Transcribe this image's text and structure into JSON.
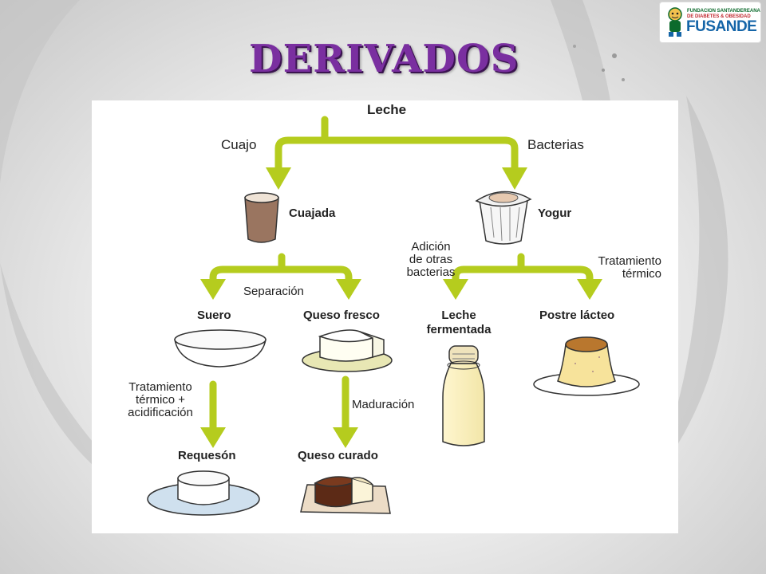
{
  "slide": {
    "title": "DERIVADOS",
    "logo": {
      "line1": "FUNDACION SANTANDEREANA",
      "line2": "DE DIABETES & OBESIDAD",
      "brand": "FUSANDE"
    }
  },
  "diagram": {
    "nodes": {
      "leche": "Leche",
      "cuajada": "Cuajada",
      "yogur": "Yogur",
      "suero": "Suero",
      "queso_fresco": "Queso fresco",
      "leche_fermentada_1": "Leche",
      "leche_fermentada_2": "fermentada",
      "postre_lacteo": "Postre lácteo",
      "requeson": "Requesón",
      "queso_curado": "Queso curado"
    },
    "edges": {
      "cuajo": "Cuajo",
      "bacterias": "Bacterias",
      "separacion": "Separación",
      "adicion_1": "Adición",
      "adicion_2": "de otras",
      "adicion_3": "bacterias",
      "tratamiento_a_1": "Tratamiento",
      "tratamiento_a_2": "térmico",
      "tratamiento_b_1": "Tratamiento",
      "tratamiento_b_2": "térmico +",
      "tratamiento_b_3": "acidificación",
      "maduracion": "Maduración"
    },
    "colors": {
      "arrow": "#b5cc1e",
      "title": "#7a2fa0"
    }
  }
}
